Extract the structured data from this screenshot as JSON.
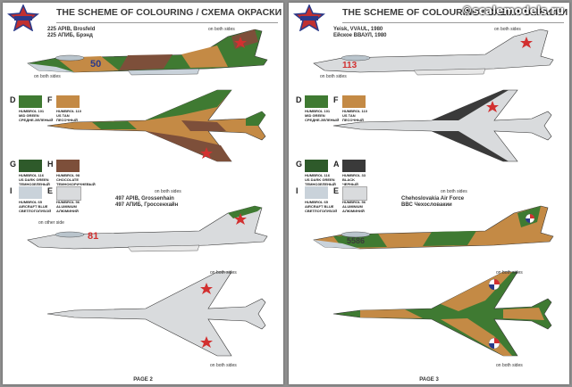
{
  "watermark": "©scalemodels.ru",
  "colors": {
    "green": "#3f7a32",
    "tan": "#c48a45",
    "brown": "#7d4f3a",
    "darkgreen": "#2e5a2a",
    "lightblue": "#c9d2da",
    "alu": "#d9dbdd",
    "black": "#3a3a3a",
    "red": "#d23030"
  },
  "left_page": {
    "title": "THE SCHEME OF COLOURING / СХЕМА ОКРАСКИ",
    "unit1_line1": "225 APIB, Brosfeld",
    "unit1_line2": "225 АПИБ, Брэнд",
    "unit2_line1": "497 APIB, Grossenhain",
    "unit2_line2": "497 АПИБ, Гроссенхайн",
    "tail_number1": "50",
    "tail_number2": "81",
    "note_both": "on both sides",
    "note_other": "on other side",
    "swatches": [
      {
        "letter": "D",
        "color": "#3f7a32",
        "text": "HUMBROL 101\nMID GREEN\nСРЕДНЕ-ЗЕЛЕНЫЙ"
      },
      {
        "letter": "F",
        "color": "#c48a45",
        "text": "HUMBROL 110\nUS TAN\nПЕСОЧНЫЙ"
      },
      {
        "letter": "G",
        "color": "#2e5a2a",
        "text": "HUMBROL 116\nUS DARK GREEN\nТЕМНОЗЕЛЕНЫЙ"
      },
      {
        "letter": "H",
        "color": "#7d4f3a",
        "text": "HUMBROL 98\nCHOCOLATE\nТЕМНОКОРИЧНЕВЫЙ"
      },
      {
        "letter": "I",
        "color": "#c9d2da",
        "text": "HUMBROL 65\nAIRCRAFT BLUE\nСВЕТЛОГОЛУБОЙ"
      },
      {
        "letter": "E",
        "color": "#d9dbdd",
        "text": "HUMBROL 56\nALUMINIUM\nАЛЮМИНИЙ"
      }
    ],
    "footer": "PAGE 2"
  },
  "right_page": {
    "title": "THE SCHEME OF COLOURING / СХЕМА ОКРАСКИ",
    "unit1_line1": "Yeisk, VVAUL, 1980",
    "unit1_line2": "Ейское ВВАУЛ, 1980",
    "unit2_line1": "Chehoslovakia Air Force",
    "unit2_line2": "ВВС Чехословакии",
    "tail_number1": "113",
    "tail_number2": "5586",
    "note_both": "on both sides",
    "swatches": [
      {
        "letter": "D",
        "color": "#3f7a32",
        "text": "HUMBROL 101\nMID GREEN\nСРЕДНЕ-ЗЕЛЕНЫЙ"
      },
      {
        "letter": "F",
        "color": "#c48a45",
        "text": "HUMBROL 110\nUS TAN\nПЕСОЧНЫЙ"
      },
      {
        "letter": "G",
        "color": "#2e5a2a",
        "text": "HUMBROL 116\nUS DARK GREEN\nТЕМНОЗЕЛЕНЫЙ"
      },
      {
        "letter": "A",
        "color": "#3a3a3a",
        "text": "HUMBROL 33\nBLACK\nЧЕРНЫЙ"
      },
      {
        "letter": "I",
        "color": "#c9d2da",
        "text": "HUMBROL 65\nAIRCRAFT BLUE\nСВЕТЛОГОЛУБОЙ"
      },
      {
        "letter": "E",
        "color": "#d9dbdd",
        "text": "HUMBROL 56\nALUMINIUM\nАЛЮМИНИЙ"
      }
    ],
    "footer": "PAGE 3"
  }
}
